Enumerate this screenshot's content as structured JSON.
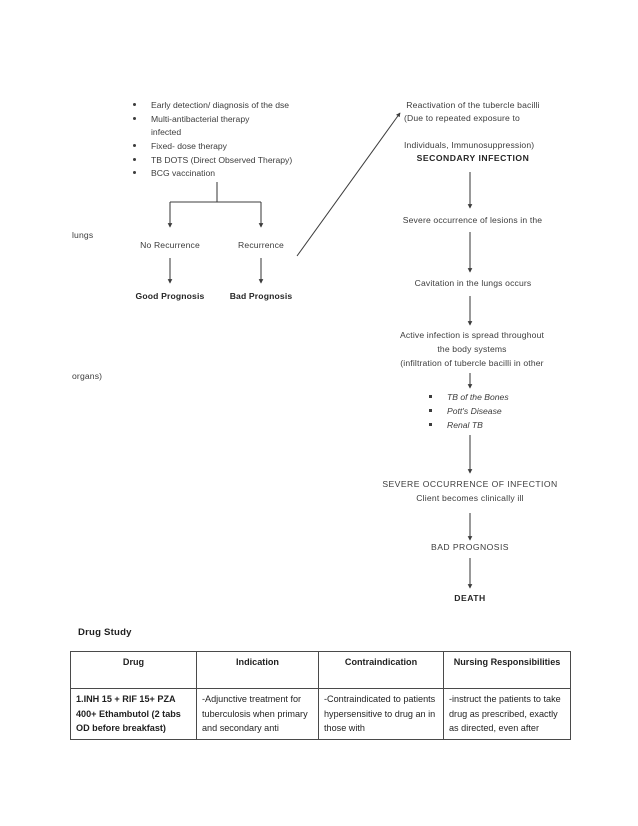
{
  "document": {
    "type": "tuberculosis-pathophysiology-flowchart"
  },
  "prevention_list": {
    "items": [
      "Early detection/ diagnosis of the dse",
      "Multi-antibacterial therapy",
      "Fixed- dose therapy",
      "TB DOTS (Direct Observed Therapy)",
      "BCG vaccination"
    ],
    "continuation_line": "infected"
  },
  "left_branch": {
    "side_label": "lungs",
    "option_left": "No Recurrence",
    "option_right": "Recurrence",
    "outcome_left": "Good Prognosis",
    "outcome_right": "Bad Prognosis"
  },
  "right_chain": {
    "reactivation_line1": "Reactivation of the tubercle bacilli",
    "reactivation_line2": "(Due to repeated exposure to",
    "reactivation_line3": "Individuals, Immunosuppression)",
    "secondary_infection": "SECONDARY INFECTION",
    "severe_lesions": "Severe occurrence of lesions in the",
    "cavitation": "Cavitation in the lungs occurs",
    "active_infection_line1": "Active infection is spread throughout",
    "active_infection_line2": "the body systems",
    "active_infection_line3": "(infiltration of tubercle bacilli in other",
    "organs_continuation": "organs)",
    "severe_occurrence": "SEVERE OCCURRENCE OF INFECTION",
    "client_ill": "Client becomes clinically ill",
    "bad_prognosis": "BAD PROGNOSIS",
    "death": "DEATH"
  },
  "extrapulmonary_list": {
    "items": [
      "TB of the Bones",
      "Pott's Disease",
      "Renal TB"
    ]
  },
  "drug_study": {
    "title": "Drug Study",
    "columns": [
      "Drug",
      "Indication",
      "Contraindication",
      "Nursing Responsibilities"
    ],
    "rows": [
      {
        "drug": "1.INH 15 + RIF 15+ PZA 400+ Ethambutol (2 tabs OD before breakfast)",
        "indication": "-Adjunctive treatment for tuberculosis when primary and secondary anti",
        "contraindication": "-Contraindicated to patients hypersensitive to drug an in those with",
        "nursing": "-instruct the patients to take drug as prescribed, exactly as directed, even after"
      }
    ]
  },
  "colors": {
    "text": "#3c3c3c",
    "heading": "#1f1f1f",
    "line": "#3c3c3c",
    "table_border": "#4a4a4a",
    "background": "#ffffff"
  }
}
